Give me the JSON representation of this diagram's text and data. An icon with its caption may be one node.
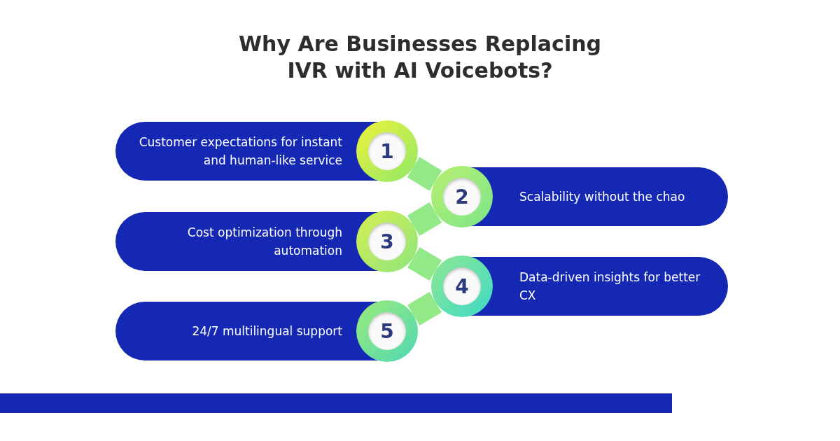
{
  "diagram": {
    "title": "Why Are Businesses Replacing IVR with AI Voicebots?",
    "nodes": [
      {
        "text": [
          "Customer expectations for instant and human-like service"
        ]
      },
      {
        "text": [
          "Scalability without the chao"
        ]
      },
      {
        "text": [
          "Cost optimization through automation"
        ]
      },
      {
        "text": [
          "Data-driven insights for better CX"
        ]
      },
      {
        "text": [
          "24/7 multilingual support"
        ]
      },
      {
        "text": [
          "1"
        ]
      },
      {
        "text": [
          "2"
        ]
      },
      {
        "text": [
          "3"
        ]
      },
      {
        "text": [
          "4"
        ]
      },
      {
        "text": [
          "5"
        ]
      }
    ],
    "edges": [
      {
        "from": 5,
        "to": 6,
        "arrow": "none"
      },
      {
        "from": 6,
        "to": 7,
        "arrow": "none"
      },
      {
        "from": 7,
        "to": 8,
        "arrow": "none"
      },
      {
        "from": 8,
        "to": 9,
        "arrow": "none"
      }
    ]
  }
}
